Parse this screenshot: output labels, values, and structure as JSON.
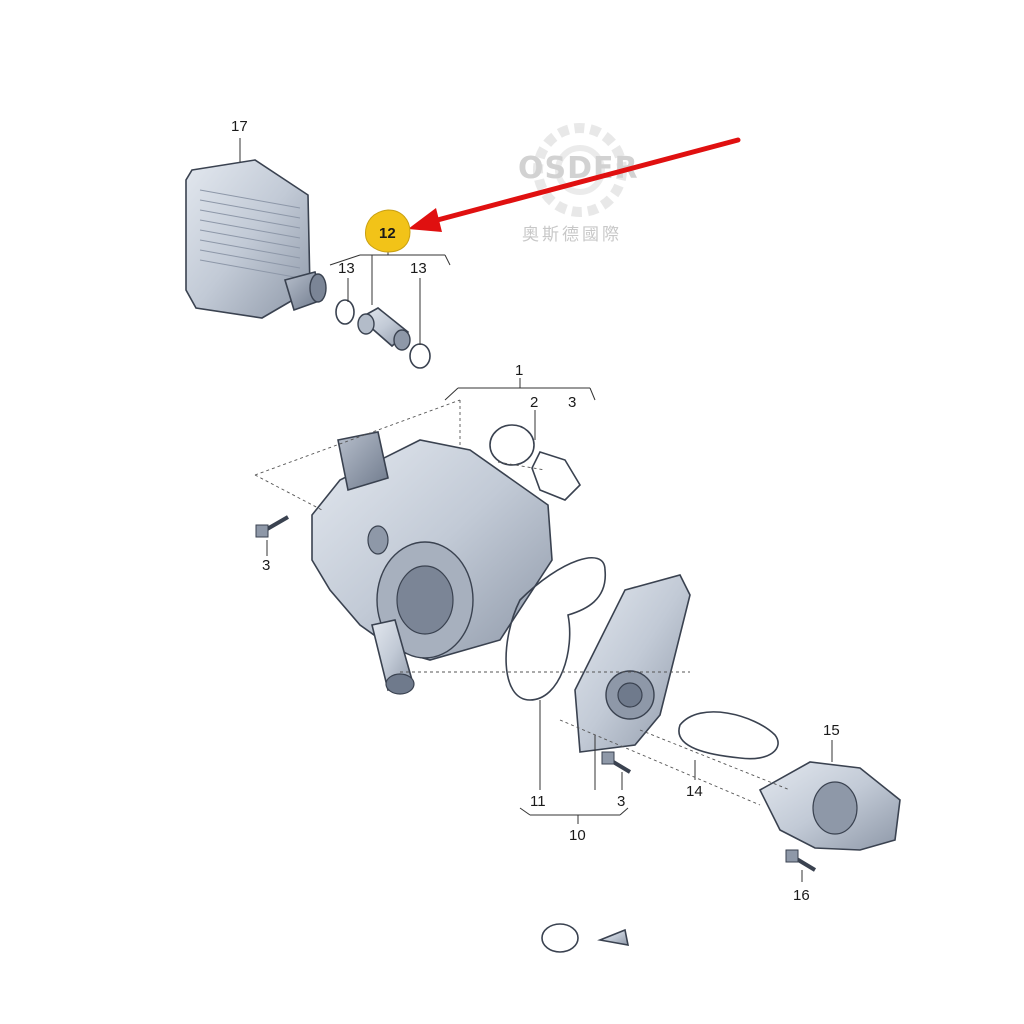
{
  "watermark": {
    "brand": "OSDER",
    "subtitle": "奧斯德國際"
  },
  "highlight": {
    "part_number": "12",
    "badge_color": "#f2c318",
    "arrow_color": "#e01010"
  },
  "callouts": {
    "p1": "1",
    "p2": "2",
    "p3a": "3",
    "p3b": "3",
    "p3c": "3",
    "p10": "10",
    "p11": "11",
    "p12": "12",
    "p13a": "13",
    "p13b": "13",
    "p14": "14",
    "p15": "15",
    "p16": "16",
    "p17": "17"
  },
  "colors": {
    "part_fill": "#c9d0db",
    "part_shadow": "#98a2b2",
    "part_stroke": "#3a4250"
  }
}
